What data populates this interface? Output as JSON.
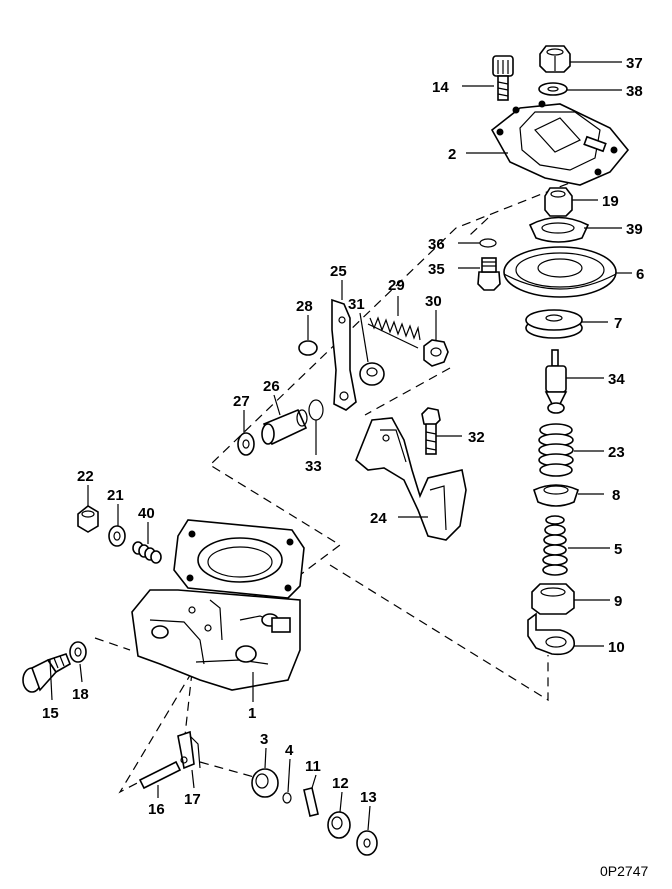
{
  "diagram": {
    "drawing_code": "0P2747",
    "callouts": [
      {
        "id": "c37",
        "number": "37"
      },
      {
        "id": "c14",
        "number": "14"
      },
      {
        "id": "c38",
        "number": "38"
      },
      {
        "id": "c2",
        "number": "2"
      },
      {
        "id": "c19",
        "number": "19"
      },
      {
        "id": "c36",
        "number": "36"
      },
      {
        "id": "c39",
        "number": "39"
      },
      {
        "id": "c35",
        "number": "35"
      },
      {
        "id": "c6",
        "number": "6"
      },
      {
        "id": "c25",
        "number": "25"
      },
      {
        "id": "c29",
        "number": "29"
      },
      {
        "id": "c28",
        "number": "28"
      },
      {
        "id": "c31",
        "number": "31"
      },
      {
        "id": "c30",
        "number": "30"
      },
      {
        "id": "c7",
        "number": "7"
      },
      {
        "id": "c34",
        "number": "34"
      },
      {
        "id": "c26",
        "number": "26"
      },
      {
        "id": "c27",
        "number": "27"
      },
      {
        "id": "c32",
        "number": "32"
      },
      {
        "id": "c33",
        "number": "33"
      },
      {
        "id": "c23",
        "number": "23"
      },
      {
        "id": "c22",
        "number": "22"
      },
      {
        "id": "c8",
        "number": "8"
      },
      {
        "id": "c21",
        "number": "21"
      },
      {
        "id": "c40",
        "number": "40"
      },
      {
        "id": "c24",
        "number": "24"
      },
      {
        "id": "c5",
        "number": "5"
      },
      {
        "id": "c9",
        "number": "9"
      },
      {
        "id": "c10",
        "number": "10"
      },
      {
        "id": "c15",
        "number": "15"
      },
      {
        "id": "c18",
        "number": "18"
      },
      {
        "id": "c1",
        "number": "1"
      },
      {
        "id": "c3",
        "number": "3"
      },
      {
        "id": "c4",
        "number": "4"
      },
      {
        "id": "c11",
        "number": "11"
      },
      {
        "id": "c12",
        "number": "12"
      },
      {
        "id": "c13",
        "number": "13"
      },
      {
        "id": "c16",
        "number": "16"
      },
      {
        "id": "c17",
        "number": "17"
      }
    ]
  }
}
